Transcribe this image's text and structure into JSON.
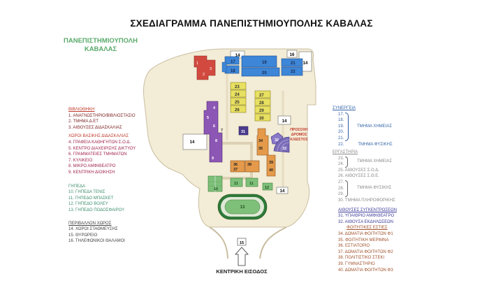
{
  "title": "ΣΧΕΔΙΑΓΡΑΜΜΑ ΠΑΝΕΠΙΣΤΗΜΙΟΥΠΟΛΗΣ ΚΑΒΑΛΑΣ",
  "campus_label": [
    "ΠΑΝΕΠΙΣΤΗΜΙΟΥΠΟΛΗ",
    "ΚΑΒΑΛΑΣ"
  ],
  "colors": {
    "library": "#c0392b",
    "teaching": "#8e44ad",
    "courts": "#3f8f6f",
    "surroundings": "#555555",
    "collab": "#3565a8",
    "labs": "#8a8a8a",
    "events": "#3b3b9a",
    "student": "#a0522d",
    "campus_label": "#5aaa6a"
  },
  "legend_left": [
    {
      "heading": "ΒΙΒΛΙΟΘΗΚΗ",
      "color_key": "library",
      "items": [
        "1. ΑΝΑΓΝΩΣΤΗΡΙΟ/ΒΙΒΛΙΟΣΤΑΣΙΟ",
        "2. ΤΜΗΜΑ Δ.ΕΤ",
        "3. ΑΙΘΟΥΣΕΣ ΔΙΔΑΣΚΑΛΙΑΣ"
      ]
    },
    {
      "heading": "ΧΩΡΟΙ ΒΑΣΙΚΗΣ ΔΙΔΑΣΚΑΛΙΑΣ",
      "color_key": "teaching",
      "items": [
        "4. ΓΡΑΦΕΙΑ ΚΑΘΗΓΗΤΩΝ Σ.Ο.Δ.",
        "5. ΚΕΝΤΡΟ ΔΙΑΧΕΙΡΙΣΗΣ ΔΙΚΤΥΟΥ",
        "6. ΓΡΑΜΜΑΤΕΙΕΣ ΤΜΗΜΑΤΩΝ",
        "7. ΚΥΛΙΚΕΙΟ",
        "8. ΜΙΚΡΟ ΑΜΦΙΘΕΑΤΡΟ",
        "9. ΚΕΝΤΡΙΚΗ ΔΙΟΙΚΗΣΗ"
      ]
    },
    {
      "heading": "ΓΗΠΕΔΑ",
      "color_key": "courts",
      "items": [
        "10. ΓΗΠΕΔΑ ΤΕΝΙΣ",
        "11. ΓΗΠΕΔΟ ΜΠΑΣΚΕΤ",
        "12. ΓΗΠΕΔΟ ΒΟΛΕΥ",
        "13. ΓΗΠΕΔΟ ΠΟΔΟΣΦΑΙΡΟΥ"
      ]
    },
    {
      "heading": "ΠΕΡΙΒΑΛΛΟΝ ΧΩΡΟΣ",
      "color_key": "surroundings",
      "items": [
        "14. ΧΩΡΟΙ ΣΤΑΘΜΕΥΣΗΣ",
        "15. ΘΥΡΩΡΕΙΟ",
        "16. ΤΗΛΕΦΩΝΙΚΟΙ ΘΑΛΑΜΟΙ"
      ]
    }
  ],
  "legend_right": {
    "synergeia": {
      "heading": "ΣΥΝΕΡΓΕΙΑ",
      "numbers": [
        "17.",
        "18.",
        "19.",
        "20.",
        "21."
      ],
      "group_label": "ΤΜΗΜΑ ΧΗΜΕΙΑΣ",
      "extra_num": "22.",
      "extra_label": "ΤΜΗΜΑ ΦΥΣΙΚΗΣ"
    },
    "ergastiria": {
      "heading": "ΕΡΓΑΣΤΗΡΙΑ",
      "numbers": [
        "23.",
        "24."
      ],
      "group_label": "ΤΜΗΜΑ ΧΗΜΕΙΑΣ",
      "items": [
        "25. ΑΙΘΟΥΣΕΣ Σ.Ο.Δ.",
        "26. ΑΙΘΟΥΣΕΣ Σ.Θ.Ε."
      ],
      "numbers2": [
        "27.",
        "28.",
        "29."
      ],
      "group_label2": "ΤΜΗΜΑ ΦΥΣΙΚΗΣ",
      "last": "30. ΤΜΗΜΑ ΠΛΗΡΟΦΟΡΙΚΗΣ"
    },
    "events": {
      "heading": "ΑΙΘΟΥΣΕΣ ΣΥΓΚΕΝΤΡΩΣΕΩΝ",
      "items": [
        "31. ΥΠΑΙΘΡΙΟ ΑΜΦΙΘΕΑΤΡΟ",
        "32. ΑΙΘΟΥΣΑ ΕΚΔΗΛΩΣΕΩΝ"
      ]
    },
    "student": {
      "heading": "ΦΟΙΤΗΤΙΚΕΣ ΕΣΤΙΕΣ",
      "items": [
        "34. ΔΩΜΑΤΙΑ ΦΟΙΤΗΤΩΝ Φ1",
        "35. ΦΟΙΤΗΤΙΚΗ ΜΕΡΙΜΝΑ",
        "36. ΕΣΤΙΑΤΟΡΙΟ",
        "37. ΔΩΜΑΤΙΑ ΦΟΙΤΗΤΩΝ Φ2",
        "38. ΠΟΛΙΤΙΣΤΙΚΟ ΣΤΕΚΙ",
        "39. ΓΥΜΝΑΣΤΗΡΙΟ",
        "40. ΔΩΜΑΤΙΑ ΦΟΙΤΗΤΩΝ Φ3"
      ]
    }
  },
  "map": {
    "warning": [
      "ΠΡΟΣΟΧΗ",
      "ΔΡΟΜΟΣ",
      "ΚΛΕΙΣΤΟΣ"
    ],
    "entrance": "ΚΕΝΤΡΙΚΗ ΕΙΣΟΔΟΣ",
    "labels": {
      "b1": "1",
      "b2": "2",
      "b3": "3",
      "b4": "4",
      "b5": "5",
      "b6": "6",
      "b7": "7",
      "b8": "8",
      "b9": "9",
      "b10": "10",
      "b11a": "11",
      "b11b": "11",
      "b12": "12",
      "b13": "13",
      "b14a": "14",
      "b14b": "14",
      "b14c": "14",
      "b14d": "14",
      "b14e": "14",
      "b15": "15",
      "b16": "16",
      "b17": "17",
      "b18": "18",
      "b19": "19",
      "b20": "20",
      "b21": "21",
      "b22": "22",
      "b23": "23",
      "b24": "24",
      "b25": "25",
      "b26": "26",
      "b27": "27",
      "b28": "28",
      "b29": "29",
      "b30": "30",
      "b31": "31",
      "b32": "32",
      "b33": "33",
      "b34": "34",
      "b35": "35",
      "b36": "36",
      "b37": "37",
      "b38": "38",
      "b39": "39",
      "b40": "40"
    }
  }
}
